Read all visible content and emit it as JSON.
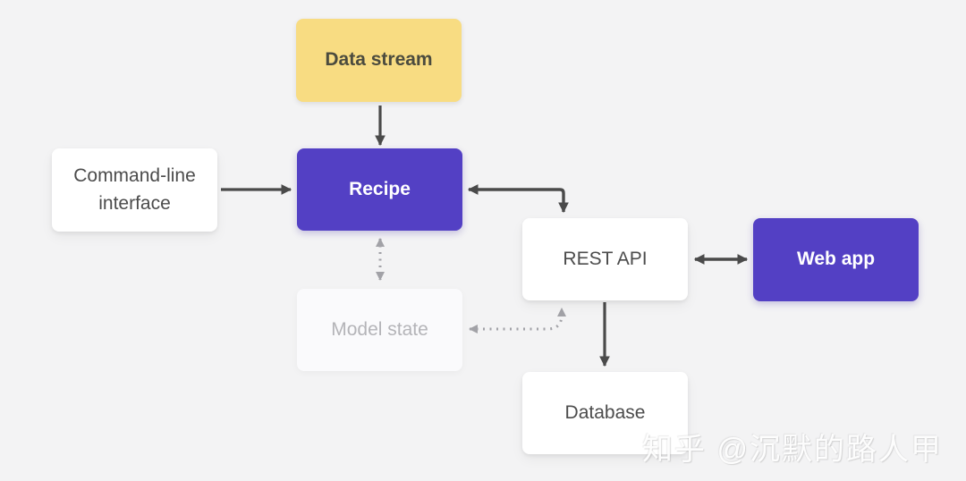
{
  "diagram": {
    "title": "Prodigy / recipe architecture diagram",
    "nodes": [
      {
        "id": "data-stream",
        "label": "Data stream",
        "style": "yellow",
        "color": "#F8DC82"
      },
      {
        "id": "command-line-interface",
        "label": "Command-line interface",
        "style": "white",
        "color": "#FFFFFF"
      },
      {
        "id": "recipe",
        "label": "Recipe",
        "style": "purple",
        "color": "#5340C4"
      },
      {
        "id": "rest-api",
        "label": "REST API",
        "style": "white",
        "color": "#FFFFFF"
      },
      {
        "id": "web-app",
        "label": "Web app",
        "style": "purple",
        "color": "#5340C4"
      },
      {
        "id": "model-state",
        "label": "Model state",
        "style": "faded",
        "color": "#FAFAFC"
      },
      {
        "id": "database",
        "label": "Database",
        "style": "white",
        "color": "#FFFFFF"
      }
    ],
    "edges": [
      {
        "from": "data-stream",
        "to": "recipe",
        "style": "solid",
        "direction": "one-way"
      },
      {
        "from": "command-line-interface",
        "to": "recipe",
        "style": "solid",
        "direction": "one-way"
      },
      {
        "from": "recipe",
        "to": "rest-api",
        "style": "solid",
        "direction": "two-way"
      },
      {
        "from": "recipe",
        "to": "model-state",
        "style": "dotted",
        "direction": "two-way"
      },
      {
        "from": "model-state",
        "to": "rest-api",
        "style": "dotted",
        "direction": "two-way"
      },
      {
        "from": "rest-api",
        "to": "database",
        "style": "solid",
        "direction": "one-way"
      },
      {
        "from": "rest-api",
        "to": "web-app",
        "style": "solid",
        "direction": "two-way"
      }
    ]
  },
  "watermark": {
    "text": "知乎 @沉默的路人甲"
  },
  "colors": {
    "background": "#F3F3F4",
    "accent_purple": "#5340C4",
    "accent_yellow": "#F8DC82",
    "arrow_solid": "#4A4A4A",
    "arrow_dotted": "#A2A2A7",
    "text_dark": "#4C4C4C",
    "text_faded": "#B4B4B8"
  }
}
